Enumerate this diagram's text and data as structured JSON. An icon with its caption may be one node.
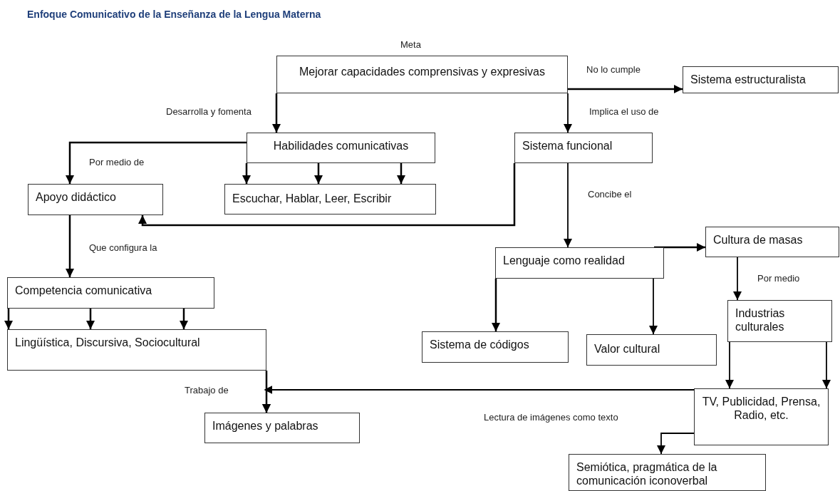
{
  "diagram": {
    "title": "Enfoque Comunicativo de la Enseñanza de la Lengua Materna",
    "nodes": [
      {
        "text": [
          "Mejorar capacidades comprensivas y expresivas"
        ],
        "beside": [
          "Meta"
        ]
      },
      {
        "text": [
          "Sistema estructuralista"
        ]
      },
      {
        "text": [
          "Habilidades comunicativas"
        ]
      },
      {
        "text": [
          "Sistema funcional"
        ]
      },
      {
        "text": [
          "Apoyo didáctico"
        ]
      },
      {
        "text": [
          "Escuchar, Hablar, Leer, Escribir"
        ]
      },
      {
        "text": [
          "Competencia comunicativa"
        ]
      },
      {
        "text": [
          "Lingüística, Discursiva, Sociocultural"
        ]
      },
      {
        "text": [
          "Cultura de masas"
        ]
      },
      {
        "text": [
          "Lenguaje como realidad"
        ]
      },
      {
        "text": [
          "Sistema de códigos"
        ]
      },
      {
        "text": [
          "Valor cultural"
        ]
      },
      {
        "text": [
          "Industrias culturales"
        ]
      },
      {
        "text": [
          "TV, Publicidad, Prensa, Radio, etc."
        ]
      },
      {
        "text": [
          "Imágenes y palabras"
        ]
      },
      {
        "text": [
          "Semiótica, pragmática de la comunicación iconoverbal"
        ]
      }
    ],
    "edges": [
      {
        "from": 0,
        "to": 1,
        "arrow": "to",
        "label": "No lo cumple"
      },
      {
        "from": 0,
        "to": 2,
        "arrow": "to",
        "label": "Desarrolla y fomenta"
      },
      {
        "from": 0,
        "to": 3,
        "arrow": "to",
        "label": "Implica el uso de"
      },
      {
        "from": 2,
        "to": 4,
        "arrow": "to",
        "label": "Por medio de"
      },
      {
        "from": 2,
        "to": 5,
        "arrow": "to"
      },
      {
        "from": 2,
        "to": 5,
        "arrow": "to"
      },
      {
        "from": 2,
        "to": 5,
        "arrow": "to"
      },
      {
        "from": 3,
        "to": 4,
        "arrow": "to"
      },
      {
        "from": 4,
        "to": 6,
        "arrow": "to",
        "label": "Que configura la"
      },
      {
        "from": 6,
        "to": 7,
        "arrow": "to"
      },
      {
        "from": 6,
        "to": 7,
        "arrow": "to"
      },
      {
        "from": 6,
        "to": 7,
        "arrow": "to"
      },
      {
        "from": 3,
        "to": 9,
        "arrow": "to",
        "label": "Concibe el"
      },
      {
        "from": 9,
        "to": 8,
        "arrow": "to"
      },
      {
        "from": 9,
        "to": 10,
        "arrow": "to"
      },
      {
        "from": 9,
        "to": 11,
        "arrow": "to"
      },
      {
        "from": 8,
        "to": 12,
        "arrow": "to",
        "label": "Por medio"
      },
      {
        "from": 12,
        "to": 13,
        "arrow": "to"
      },
      {
        "from": 12,
        "to": 13,
        "arrow": "to"
      },
      {
        "from": 7,
        "to": 14,
        "arrow": "to"
      },
      {
        "from": 13,
        "to": 14,
        "arrow": "to",
        "label": "Trabajo de"
      },
      {
        "from": 13,
        "to": 15,
        "arrow": "to",
        "label": "Lectura de imágenes como texto"
      }
    ]
  }
}
